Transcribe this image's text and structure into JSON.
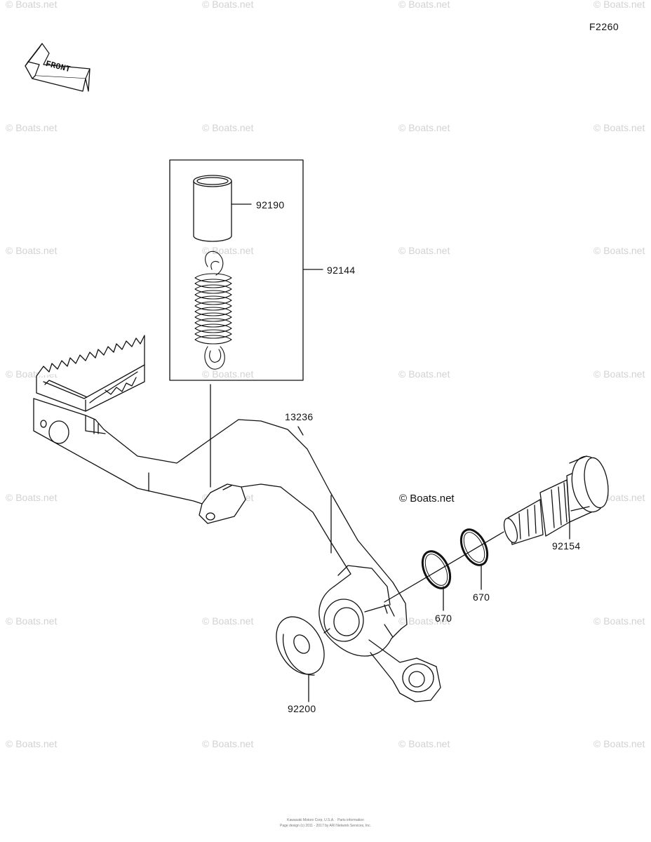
{
  "diagram": {
    "code": "F2260",
    "front_label": "FRONT",
    "copyright": "© Boats.net",
    "watermark": "© Boats.net",
    "parts": {
      "p92190": "92190",
      "p92144": "92144",
      "p13236": "13236",
      "p92154": "92154",
      "p670a": "670",
      "p670b": "670",
      "p92200": "92200"
    },
    "footer": {
      "line1": "Kawasaki Motors Corp. U.S.A. · Parts information",
      "line2": "Page design (c) 2011 - 2017 by ARI Network Services, Inc."
    }
  }
}
